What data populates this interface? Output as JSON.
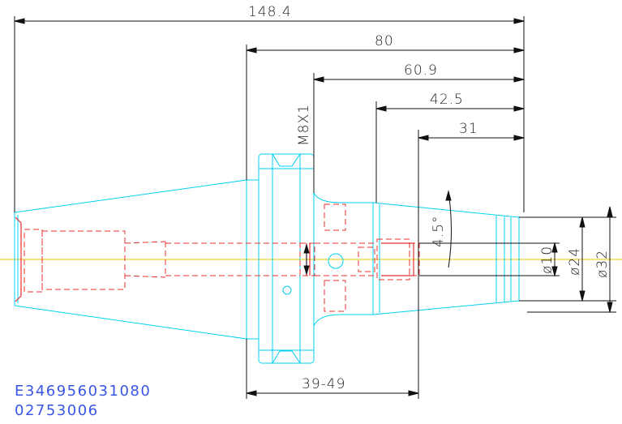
{
  "dimensions": {
    "overall_length": "148.4",
    "flange_to_tip": "80",
    "length_60_9": "60.9",
    "length_42_5": "42.5",
    "length_31": "31",
    "thread": "M8X1",
    "taper_angle": "4.5°",
    "bore_dia": "ø10",
    "nose_dia": "ø24",
    "body_dia": "ø32",
    "clamp_range": "39-49"
  },
  "part_codes": {
    "line1": "E346956031080",
    "line2": "02753006"
  },
  "colors": {
    "outline": "#00d0f0",
    "hidden": "#e83030",
    "centerline": "#e8c800",
    "dimension": "#111111",
    "code_text": "#3a55e6"
  }
}
